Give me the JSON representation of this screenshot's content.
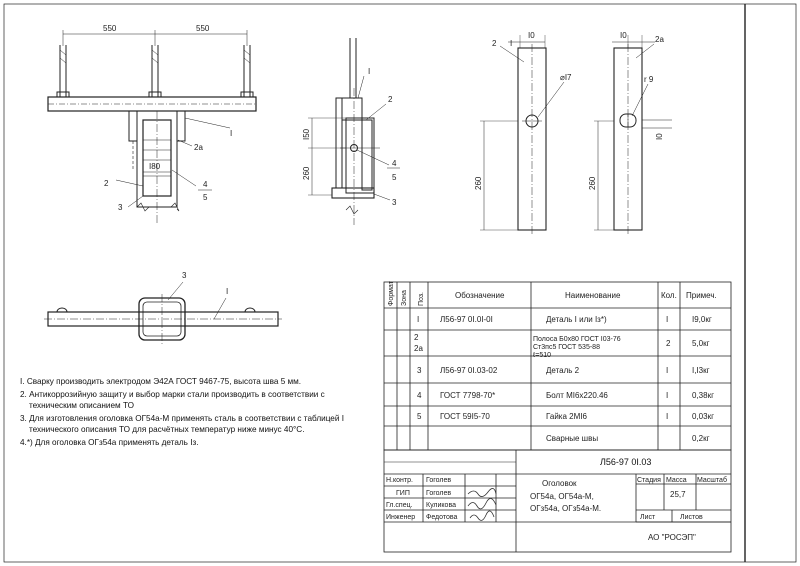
{
  "drawing": {
    "dims": {
      "d550a": "550",
      "d550b": "550",
      "d180": "I80",
      "d150": "I50",
      "d260a": "260",
      "d260b": "260",
      "d260c": "260",
      "d10a": "I0",
      "d10b": "I0",
      "d10c": "I0",
      "d17": "⌀I7",
      "r9": "r 9"
    },
    "callouts": {
      "c1a": "I",
      "c2a": "2а",
      "c2b": "2",
      "c3a": "3",
      "c4a": "4",
      "c5a": "5",
      "c1b": "I",
      "c2c": "2",
      "c4b": "4",
      "c5b": "5",
      "c3b": "3",
      "c2d": "2",
      "c1c": "I",
      "c2e": "2а",
      "c3c": "3",
      "c1d": "I"
    }
  },
  "notes": [
    "I. Сварку производить электродом Э42А ГОСТ 9467-75, высота шва 5 мм.",
    "2. Антикоррозийную защиту и выбор марки стали производить в соответствии с техническим описанием ТО",
    "3. Для изготовления оголовка ОГ54а-М применять сталь в соответствии с таблицей I технического описания ТО для расчётных температур ниже минус 40°С.",
    "4.*) Для оголовка ОГз54а применять деталь Iз."
  ],
  "spec": {
    "headers": [
      "Формат",
      "Зона",
      "Поз.",
      "Обозначение",
      "Наименование",
      "Кол.",
      "Примеч."
    ],
    "rows": [
      {
        "pos": "I",
        "code": "Л56-97 0I.0I-0I",
        "name": "Деталь I или Iз*)",
        "qty": "I",
        "note": "I9,0кг"
      },
      {
        "pos": "2\n2а",
        "code": "",
        "name": "Полоса Б0х80 ГОСТ I03-76 / Ст3пс5 ГОСТ 535-88 / ℓ=510",
        "qty": "2",
        "note": "5,0кг"
      },
      {
        "pos": "3",
        "code": "Л56-97 0I.03-02",
        "name": "Деталь 2",
        "qty": "I",
        "note": "I,I3кг"
      },
      {
        "pos": "4",
        "code": "ГОСТ 7798-70*",
        "name": "Болт МI6х220.46",
        "qty": "I",
        "note": "0,38кг"
      },
      {
        "pos": "5",
        "code": "ГОСТ 59I5-70",
        "name": "Гайка 2МI6",
        "qty": "I",
        "note": "0,03кг"
      },
      {
        "pos": "",
        "code": "",
        "name": "Сварные швы",
        "qty": "",
        "note": "0,2кг"
      }
    ]
  },
  "titleblock": {
    "doc": "Л56-97 0I.03",
    "title1": "Оголовок",
    "title2": "ОГ54а, ОГ54а-М,",
    "title3": "ОГз54а, ОГз54а-М.",
    "stage_h": "Стадия",
    "mass_h": "Масса",
    "scale_h": "Масштаб",
    "mass": "25,7",
    "sheet_h": "Лист",
    "sheets_h": "Листов",
    "org": "АО \"РОСЭП\"",
    "people": [
      {
        "role": "Н.контр.",
        "name": "Гоголев"
      },
      {
        "role": "ГИП",
        "name": "Гоголев"
      },
      {
        "role": "Гл.спец.",
        "name": "Куликова"
      },
      {
        "role": "Инженер",
        "name": "Федотова"
      }
    ]
  }
}
